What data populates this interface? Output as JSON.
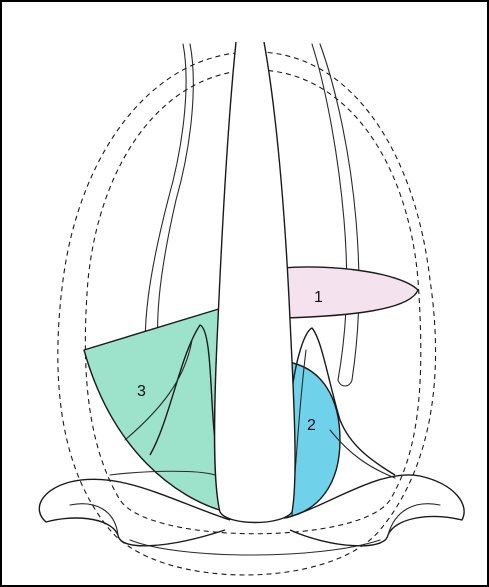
{
  "diagram": {
    "regions": [
      {
        "label": "1",
        "color": "#f4e3ee"
      },
      {
        "label": "2",
        "color": "#6fd1ea"
      },
      {
        "label": "3",
        "color": "#9de3cb"
      }
    ]
  }
}
